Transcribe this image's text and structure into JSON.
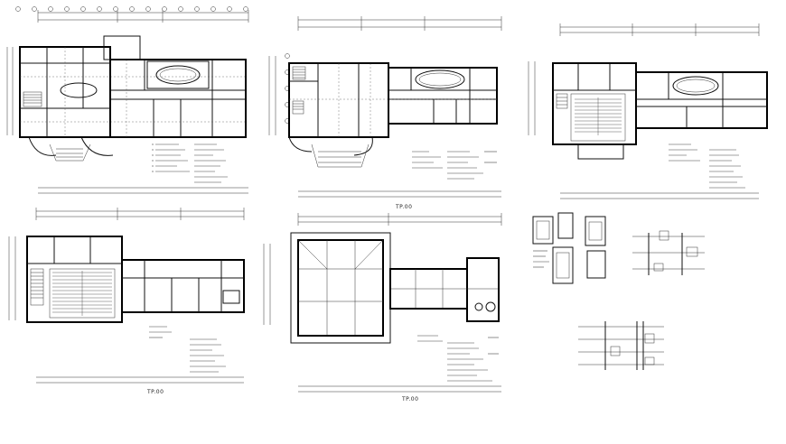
{
  "drawing": {
    "background": "#ffffff",
    "line_color": "#000000"
  },
  "plans": [
    {
      "id": "plan-1",
      "caption": ""
    },
    {
      "id": "plan-2",
      "caption": "TP.00"
    },
    {
      "id": "plan-3",
      "caption": ""
    },
    {
      "id": "plan-4",
      "caption": "TP.00"
    },
    {
      "id": "plan-5",
      "caption": "TP.00"
    }
  ]
}
